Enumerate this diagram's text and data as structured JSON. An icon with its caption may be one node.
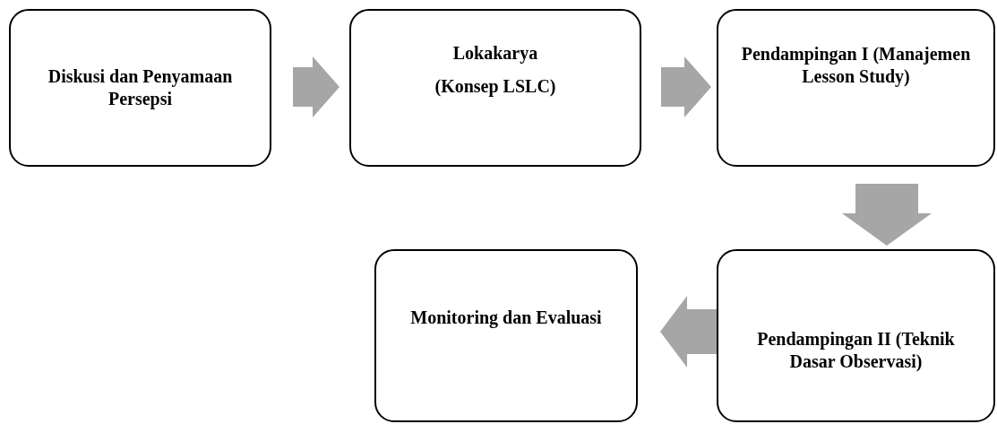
{
  "diagram": {
    "nodes": [
      {
        "text": [
          "Diskusi dan Penyamaan Persepsi"
        ]
      },
      {
        "text": [
          "Lokakarya",
          "(Konsep LSLC)"
        ]
      },
      {
        "text": [
          "Pendampingan I (Manajemen Lesson Study)"
        ]
      },
      {
        "text": [
          "Pendampingan II (Teknik Dasar Observasi)"
        ]
      },
      {
        "text": [
          "Monitoring dan Evaluasi"
        ]
      }
    ],
    "edges": [
      {
        "from": 0,
        "to": 1,
        "arrow": "to"
      },
      {
        "from": 1,
        "to": 2,
        "arrow": "to"
      },
      {
        "from": 2,
        "to": 3,
        "arrow": "to"
      },
      {
        "from": 3,
        "to": 4,
        "arrow": "to"
      }
    ]
  }
}
